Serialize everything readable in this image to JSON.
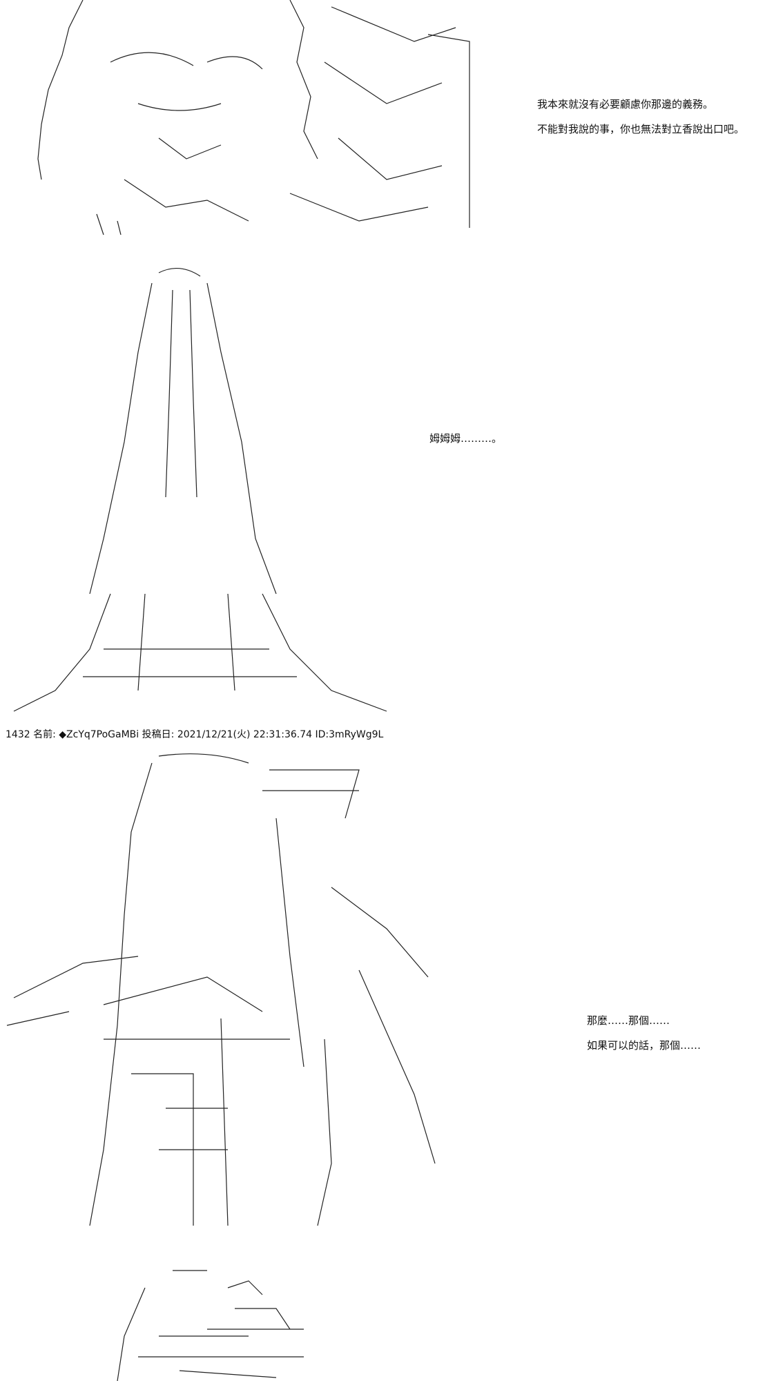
{
  "panels": [
    {
      "art_label": "ascii-art-figure",
      "lines": [
        "我本來就沒有必要顧慮你那邊的義務。",
        "不能對我說的事，你也無法對立香說出口吧。"
      ]
    },
    {
      "art_label": "ascii-art-figure",
      "lines": [
        "姆姆姆………。"
      ]
    },
    {
      "art_label": "ascii-art-figure",
      "lines": [
        "那麼……那個……",
        "如果可以的話，那個……"
      ]
    },
    {
      "art_label": "ascii-art-figure",
      "lines": []
    }
  ],
  "post": {
    "number": "1432",
    "name_label": "名前:",
    "trip": "◆ZcYq7PoGaMBi",
    "date_label": "投稿日:",
    "date": "2021/12/21(火) 22:31:36.74",
    "id": "ID:3mRyWg9L"
  },
  "colors": {
    "ink": "#111111",
    "background": "#ffffff"
  }
}
